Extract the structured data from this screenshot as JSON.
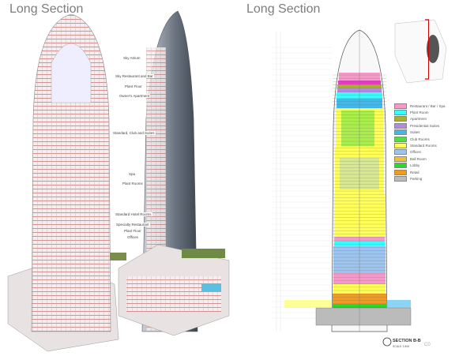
{
  "left_panel": {
    "title": "Long Section",
    "labels": [
      "Sky Atrium",
      "Sky Restaurant and Bar",
      "Plant Floor",
      "Owner's Apartment",
      "Standard, Club and Suites",
      "Spa",
      "Plant Rooms",
      "Standard Hotel Rooms",
      "Specialty Restaurant",
      "Plant Floor",
      "Offices"
    ]
  },
  "right_panel": {
    "title": "Long Section",
    "legend": [
      {
        "label": "Restaurant / Bar / Spa",
        "color": "#f49ac8"
      },
      {
        "label": "Plant Room",
        "color": "#33ffff"
      },
      {
        "label": "Apartment",
        "color": "#a8b030"
      },
      {
        "label": "Presidential Suites",
        "color": "#b28be0"
      },
      {
        "label": "Suites",
        "color": "#3fb8f0"
      },
      {
        "label": "Club Rooms",
        "color": "#55dd44"
      },
      {
        "label": "Standard Rooms",
        "color": "#ffff55"
      },
      {
        "label": "Offices",
        "color": "#9cc4ee"
      },
      {
        "label": "Ball Room",
        "color": "#f0c030"
      },
      {
        "label": "Lobby",
        "color": "#22dd22"
      },
      {
        "label": "Retail",
        "color": "#f29a20"
      },
      {
        "label": "Parking",
        "color": "#bbbbbb"
      }
    ],
    "section_title": "SECTION B-B",
    "scale": "SCALE 1:500",
    "page_mark": "C0"
  }
}
